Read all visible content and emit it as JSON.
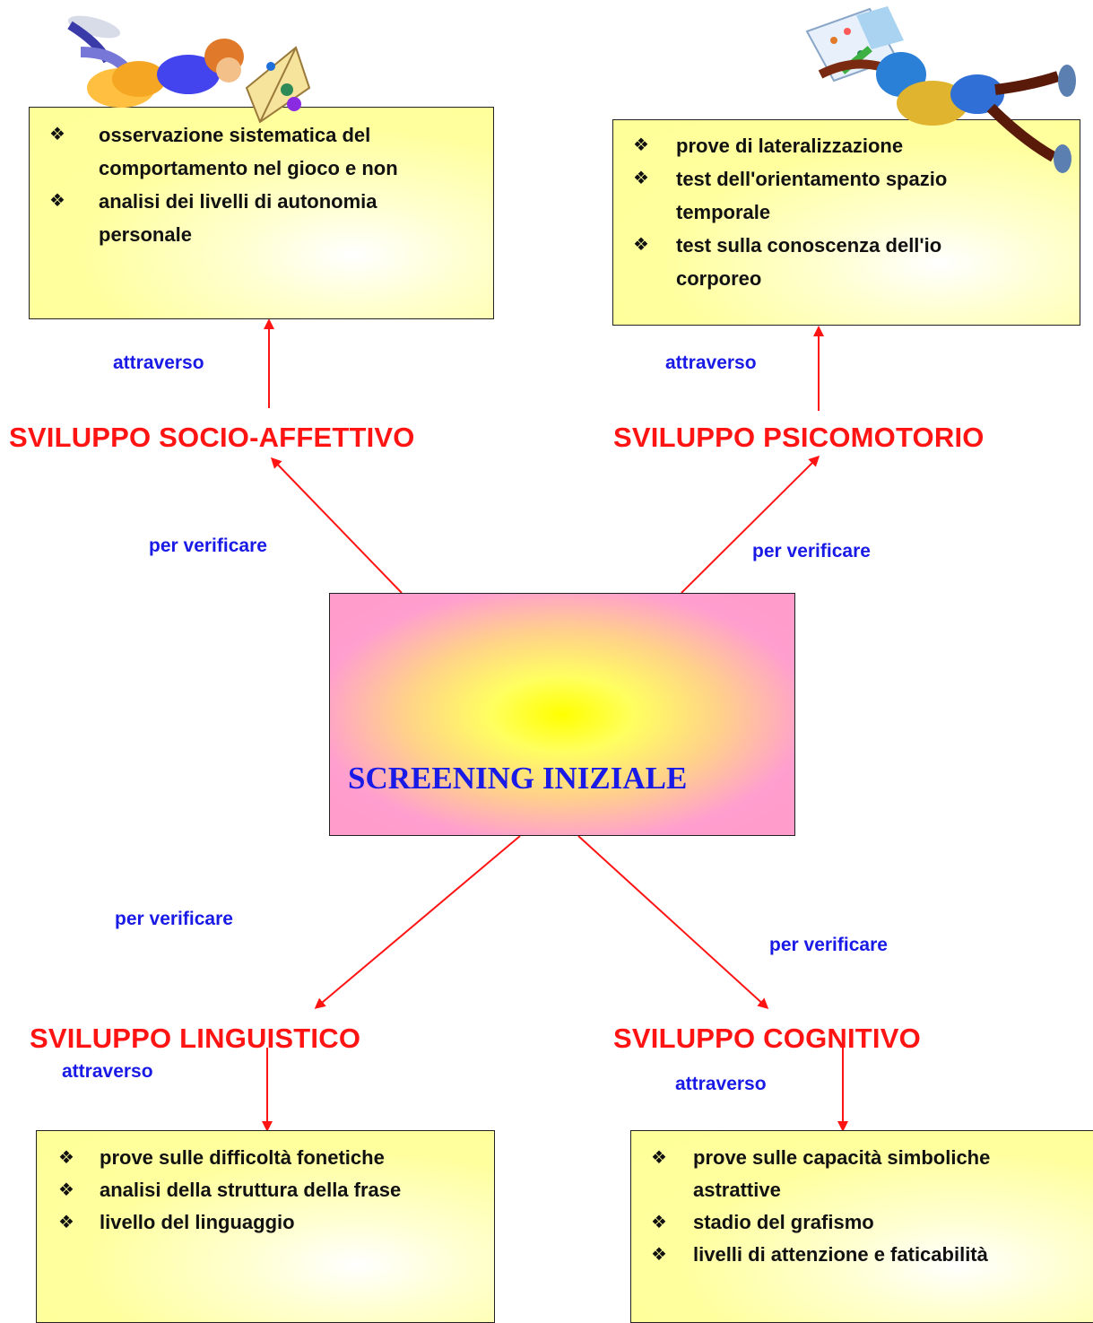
{
  "center": {
    "title": "SCREENING INIZIALE"
  },
  "nodes": {
    "socio": {
      "heading": "SVILUPPO SOCIO-AFFETTIVO",
      "link_label": "per verificare",
      "via_label": "attraverso",
      "items": [
        "osservazione sistematica del comportamento nel gioco e non",
        "analisi dei livelli di autonomia personale"
      ]
    },
    "psico": {
      "heading": "SVILUPPO PSICOMOTORIO",
      "link_label": "per verificare",
      "via_label": "attraverso",
      "items": [
        "prove di lateralizzazione",
        "test dell'orientamento spazio temporale",
        "test sulla conoscenza dell'io corporeo"
      ]
    },
    "linguistico": {
      "heading": "SVILUPPO LINGUISTICO",
      "link_label": "per verificare",
      "via_label": "attraverso",
      "items": [
        "prove sulle difficoltà fonetiche",
        "analisi della struttura della frase",
        "livello del linguaggio"
      ]
    },
    "cognitivo": {
      "heading": "SVILUPPO COGNITIVO",
      "link_label": "per verificare",
      "via_label": "attraverso",
      "items": [
        "prove sulle capacità simboliche astrattive",
        "stadio del grafismo",
        "livelli di attenzione e faticabilità"
      ]
    }
  },
  "colors": {
    "arrow": "#ff1414",
    "heading": "#ff1414",
    "label": "#1a1ae6",
    "box_fill": "#ffff99",
    "center_edge": "#ff9ccc",
    "center_core": "#ffff00"
  },
  "icons": {
    "bullet": "diamond-bullet-icon",
    "girl": "girl-reading-clipart",
    "boy": "boy-drawing-clipart"
  }
}
